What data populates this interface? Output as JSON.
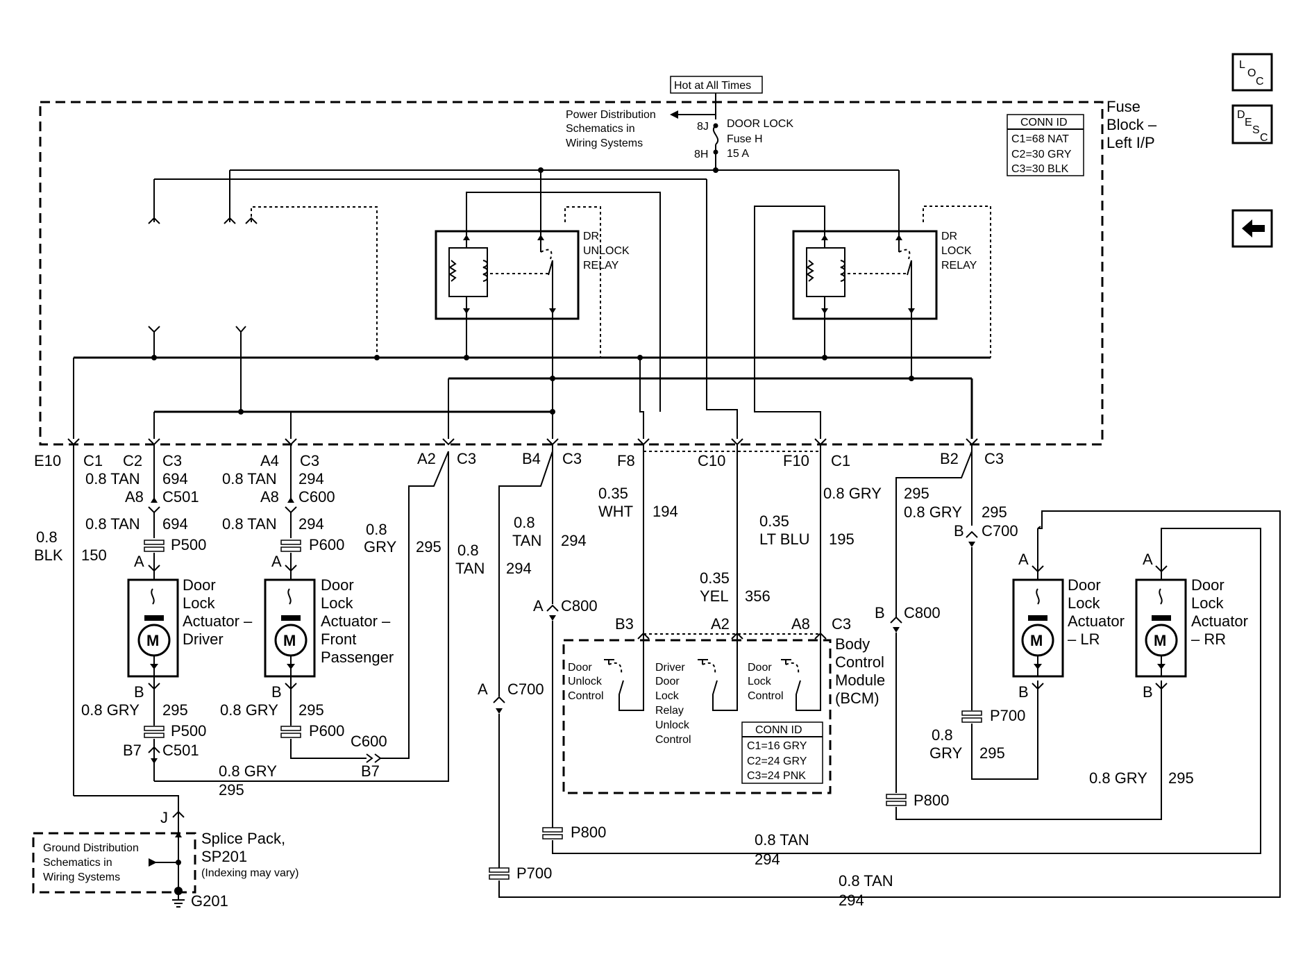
{
  "power": {
    "hot_label": "Hot at All Times"
  },
  "fuse": {
    "power_dist_lines": [
      "Power Distribution",
      "Schematics in",
      "Wiring Systems"
    ],
    "pin_top": "8J",
    "pin_bottom": "8H",
    "name": "DOOR LOCK",
    "fuse_id": "Fuse H",
    "rating": "15 A"
  },
  "fuse_block": {
    "title_lines": [
      "Fuse",
      "Block –",
      "Left I/P"
    ]
  },
  "conn_id_fuse": {
    "title": "CONN ID",
    "rows": [
      "C1=68 NAT",
      "C2=30 GRY",
      "C3=30 BLK"
    ]
  },
  "relays": {
    "unlock_lines": [
      "DR",
      "UNLOCK",
      "RELAY"
    ],
    "lock_lines": [
      "DR",
      "LOCK",
      "RELAY"
    ]
  },
  "nav": {
    "loc": [
      "L",
      "O",
      "C"
    ],
    "desc": [
      "D",
      "E",
      "S",
      "C"
    ],
    "back_icon": "left-arrow-icon"
  },
  "pins_top": {
    "e10": "E10",
    "c1a": "C1",
    "c2": "C2",
    "c3a": "C3",
    "a4": "A4",
    "c3b": "C3",
    "a2": "A2",
    "c3c": "C3",
    "b4": "B4",
    "c3d": "C3",
    "f8": "F8",
    "c10": "C10",
    "f10": "F10",
    "c1b": "C1",
    "b2": "B2",
    "c3e": "C3"
  },
  "driver_branch": {
    "wire1": "0.8 TAN",
    "circ1": "694",
    "pin_a8": "A8",
    "conn": "C501",
    "wire2": "0.8 TAN",
    "circ2": "694",
    "p_conn": "P500",
    "pin_a": "A",
    "actuator_lines": [
      "Door",
      "Lock",
      "Actuator –",
      "Driver"
    ],
    "pin_b": "B",
    "wire3": "0.8 GRY",
    "circ3": "295",
    "p_conn2": "P500",
    "pin_b7": "B7",
    "conn2": "C501"
  },
  "pass_branch": {
    "wire1": "0.8 TAN",
    "circ1": "294",
    "pin_a8": "A8",
    "conn": "C600",
    "wire2": "0.8 TAN",
    "circ2": "294",
    "p_conn": "P600",
    "pin_a": "A",
    "actuator_lines": [
      "Door",
      "Lock",
      "Actuator –",
      "Front",
      "Passenger"
    ],
    "pin_b": "B",
    "wire3": "0.8 GRY",
    "circ3": "295",
    "p_conn2": "P600",
    "c600": "C600",
    "b7": "B7"
  },
  "ground_wire": {
    "size": "0.8",
    "color": "BLK",
    "circuit": "150"
  },
  "gry295_a2": {
    "size": "0.8",
    "color": "GRY",
    "circuit": "295"
  },
  "bottom_gry": {
    "wire": "0.8 GRY",
    "circuit": "295"
  },
  "tan294_left": {
    "size": "0.8",
    "color": "TAN",
    "circuit": "294"
  },
  "tan294_b4": {
    "size": "0.8",
    "color": "TAN",
    "circuit": "294",
    "pin_a": "A",
    "conn": "C800"
  },
  "c700_left": {
    "pin_a": "A",
    "conn": "C700",
    "p_conn": "P700"
  },
  "p800_left": "P800",
  "splice": {
    "pin_j": "J",
    "title_lines": [
      "Splice Pack,",
      "SP201"
    ],
    "note": "(Indexing may vary)",
    "ground_dist_lines": [
      "Ground Distribution",
      "Schematics in",
      "Wiring Systems"
    ],
    "ground": "G201"
  },
  "bcm_wires": {
    "wht_size": "0.35",
    "wht_color": "WHT",
    "wht_circ": "194",
    "yel_size": "0.35",
    "yel_color": "YEL",
    "yel_circ": "356",
    "blu_size": "0.35",
    "blu_color": "LT BLU",
    "blu_circ": "195"
  },
  "bcm": {
    "pin_b3": "B3",
    "pin_a2": "A2",
    "pin_a8": "A8",
    "conn": "C3",
    "title_lines": [
      "Body",
      "Control",
      "Module",
      "(BCM)"
    ],
    "unlock_ctrl_lines": [
      "Door",
      "Unlock",
      "Control"
    ],
    "driver_ctrl_lines": [
      "Driver",
      "Door",
      "Lock",
      "Relay",
      "Unlock",
      "Control"
    ],
    "lock_ctrl_lines": [
      "Door",
      "Lock",
      "Control"
    ]
  },
  "conn_id_bcm": {
    "title": "CONN ID",
    "rows": [
      "C1=16 GRY",
      "C2=24 GRY",
      "C3=24 PNK"
    ]
  },
  "right_side": {
    "gry_top": "0.8 GRY",
    "circ_top": "295",
    "wire_b2": "0.8 GRY",
    "circ_b2": "295",
    "circ_b2_right": "295",
    "pin_b_c700": "B",
    "c700": "C700",
    "pin_b_c800": "B",
    "c800": "C800",
    "lr_pin_a": "A",
    "lr_lines": [
      "Door",
      "Lock",
      "Actuator",
      "– LR"
    ],
    "lr_pin_b": "B",
    "rr_pin_a": "A",
    "rr_lines": [
      "Door",
      "Lock",
      "Actuator",
      "– RR"
    ],
    "rr_pin_b": "B",
    "p700": "P700",
    "gry_size": "0.8",
    "gry_color": "GRY",
    "gry_circ": "295",
    "rr_wire": "0.8 GRY",
    "rr_circ": "295",
    "p800": "P800"
  },
  "bottom_runs": {
    "tan1": "0.8 TAN",
    "circ1": "294",
    "tan2": "0.8 TAN",
    "circ2": "294"
  }
}
